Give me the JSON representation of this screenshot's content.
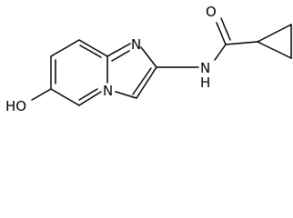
{
  "structure": {
    "labels": {
      "hydroxyl": "HO",
      "imidazole_n": "N",
      "bridgehead_n": "N",
      "amide_nh": "N",
      "amide_h": "H",
      "carbonyl_o": "O"
    }
  }
}
